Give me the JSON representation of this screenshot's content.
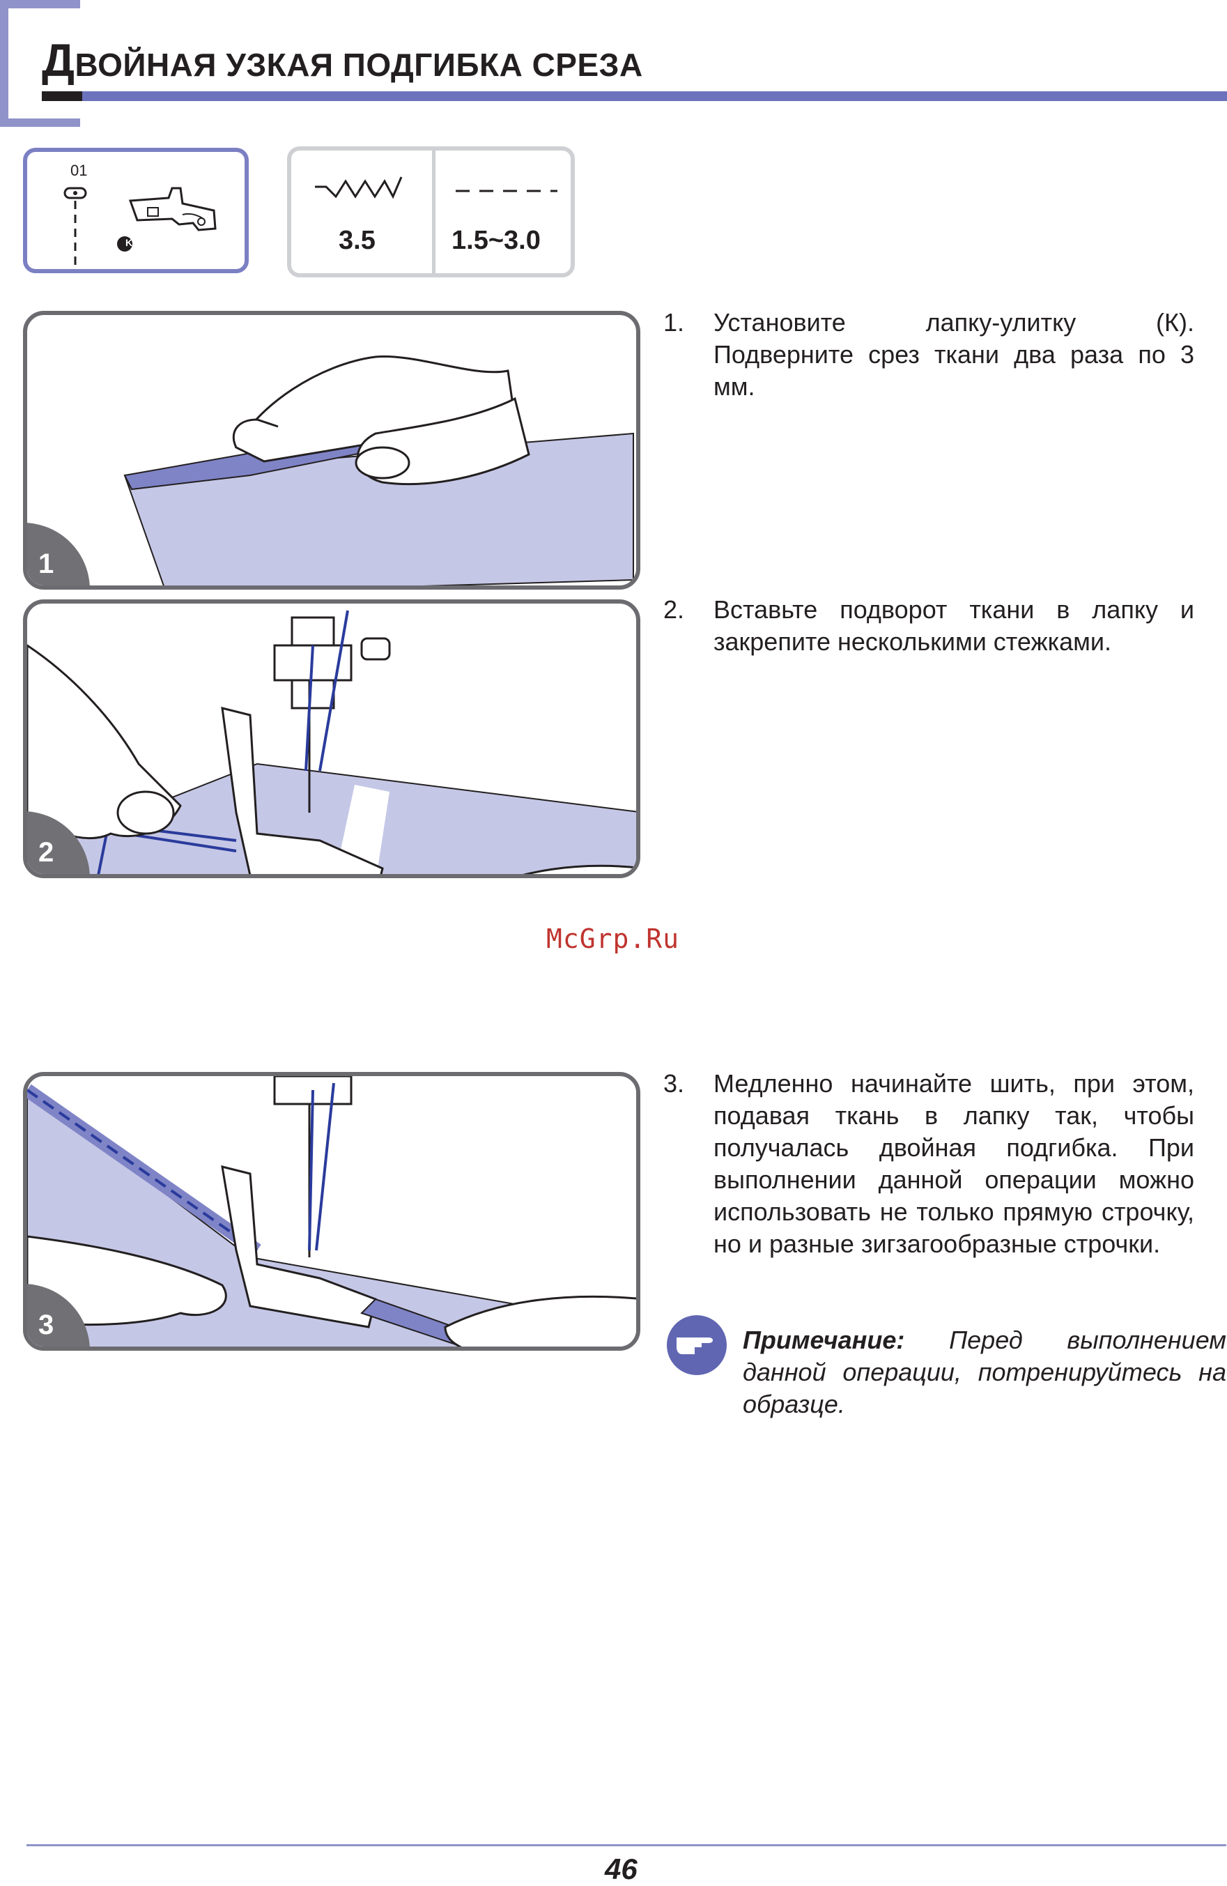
{
  "header": {
    "title_cap": "Д",
    "title_rest": "ВОЙНАЯ УЗКАЯ ПОДГИБКА СРЕЗА"
  },
  "foot_box": {
    "needle_position": "01",
    "foot_letter": "K"
  },
  "settings": {
    "stitch_width": "3.5",
    "stitch_length": "1.5~3.0"
  },
  "panels": [
    {
      "number": "1"
    },
    {
      "number": "2"
    },
    {
      "number": "3"
    }
  ],
  "steps": [
    {
      "number": "1.",
      "text": "Установите лапку-улитку (К). Подверните срез ткани два раза по 3 мм."
    },
    {
      "number": "2.",
      "text": "Вставьте подворот ткани в лапку и закрепите несколькими стежками."
    },
    {
      "number": "3.",
      "text": "Медленно начинайте шить, при этом, подавая ткань в лапку так, чтобы получалась двойная подгибка. При выполнении данной операции можно использовать не только прямую строчку, но и разные зигзагообразные строчки."
    }
  ],
  "note": {
    "label": "Примечание:",
    "text": "Перед выполнением данной операции, потренируйтесь на образце."
  },
  "watermark": "McGrp.Ru",
  "page_number": "46",
  "colors": {
    "accent": "#6d72bc",
    "fabric": "#c5c7e6",
    "fabric_edge": "#7f84c7",
    "thread": "#2a3b9c",
    "panel_border": "#6b6b70"
  }
}
